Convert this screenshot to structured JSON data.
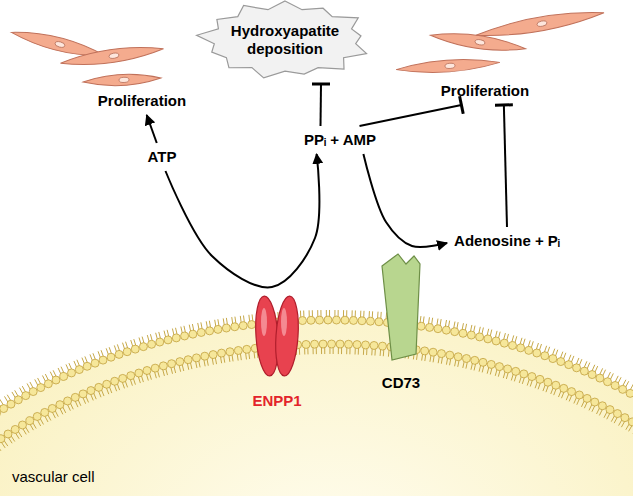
{
  "diagram": {
    "nodes": [
      {
        "text": [
          "Proliferation"
        ]
      },
      {
        "text": [
          "Hydroxyapatite deposition"
        ]
      },
      {
        "text": [
          "Proliferation"
        ]
      },
      {
        "text": [
          "ATP"
        ]
      },
      {
        "text": [
          "PPᵢ + AMP"
        ]
      },
      {
        "text": [
          "Adenosine + Pᵢ"
        ]
      },
      {
        "text": [
          "ENPP1"
        ]
      },
      {
        "text": [
          "CD73"
        ]
      }
    ],
    "edges": [
      {
        "from": 3,
        "to": 0,
        "arrow": "to"
      },
      {
        "from": 3,
        "to": 4,
        "arrow": "to"
      },
      {
        "from": 4,
        "to": 1,
        "arrow": "to"
      },
      {
        "from": 4,
        "to": 2,
        "arrow": "to"
      },
      {
        "from": 4,
        "to": 5,
        "arrow": "to"
      },
      {
        "from": 5,
        "to": 2,
        "arrow": "to"
      }
    ],
    "labels": [
      "vascular cell"
    ]
  }
}
